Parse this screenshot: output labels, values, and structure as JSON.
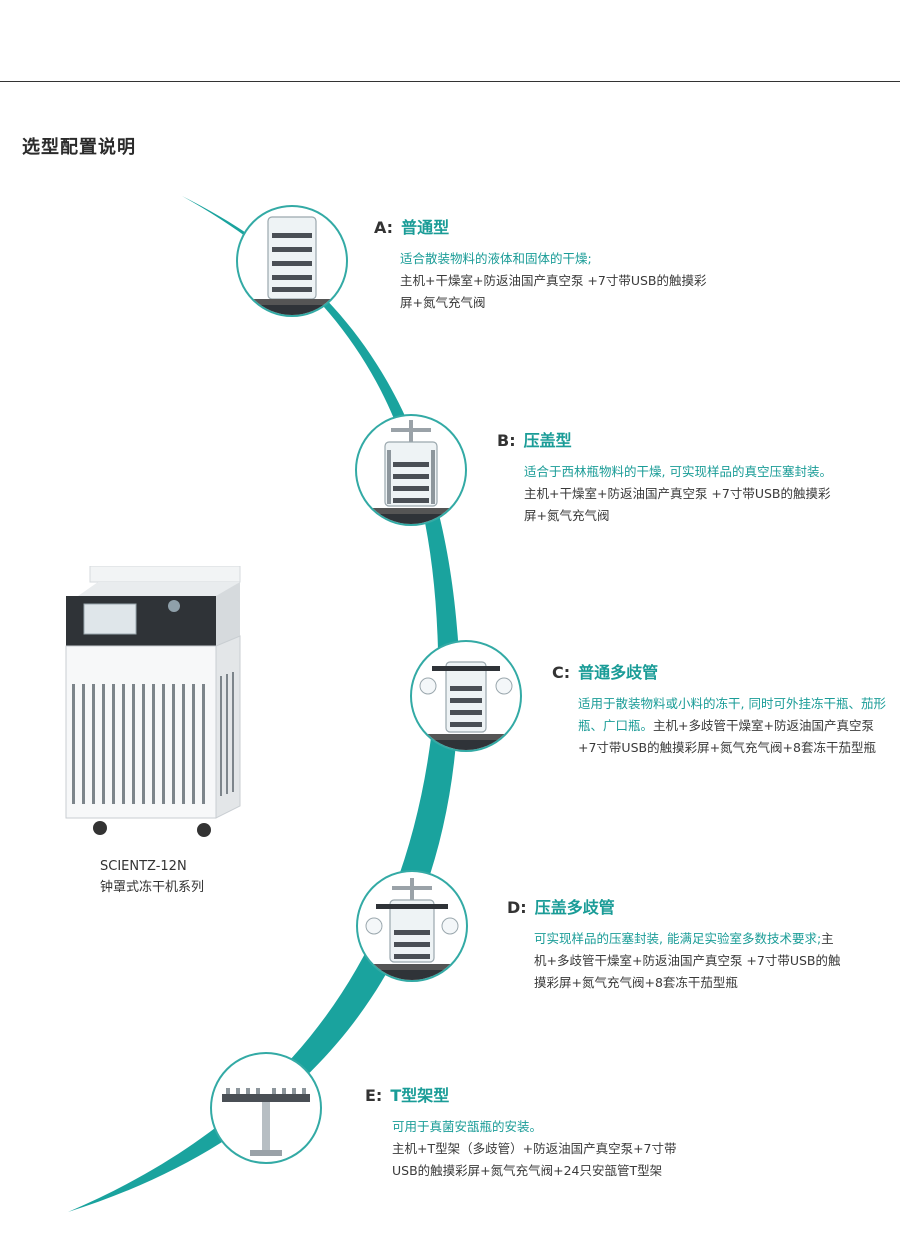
{
  "section_title": "选型配置说明",
  "options": [
    {
      "letter": "A:",
      "name": "普通型",
      "desc_highlight": "适合散装物料的液体和固体的干燥;",
      "desc_rest": "主机+干燥室+防返油国产真空泵 +7寸带USB的触摸彩屏+氮气充气阀",
      "thumb_icon": "standard-drying-chamber-icon"
    },
    {
      "letter": "B:",
      "name": "压盖型",
      "desc_highlight": "适合于西林瓶物料的干燥, 可实现样品的真空压塞封装。",
      "desc_rest": "主机+干燥室+防返油国产真空泵 +7寸带USB的触摸彩屏+氮气充气阀",
      "thumb_icon": "stoppering-chamber-icon"
    },
    {
      "letter": "C:",
      "name": "普通多歧管",
      "desc_highlight": "适用于散装物料或小料的冻干, 同时可外挂冻干瓶、茄形瓶、广口瓶。",
      "desc_rest": "主机+多歧管干燥室+防返油国产真空泵 +7寸带USB的触摸彩屏+氮气充气阀+8套冻干茄型瓶",
      "thumb_icon": "manifold-chamber-icon"
    },
    {
      "letter": "D:",
      "name": "压盖多歧管",
      "desc_highlight": "可实现样品的压塞封装, 能满足实验室多数技术要求;",
      "desc_rest": "主机+多歧管干燥室+防返油国产真空泵 +7寸带USB的触摸彩屏+氮气充气阀+8套冻干茄型瓶",
      "thumb_icon": "stoppering-manifold-chamber-icon"
    },
    {
      "letter": "E:",
      "name": "T型架型",
      "desc_highlight": "可用于真菌安瓿瓶的安装。",
      "desc_rest": "主机+T型架（多歧管）+防返油国产真空泵+7寸带USB的触摸彩屏+氮气充气阀+24只安瓿管T型架",
      "thumb_icon": "t-rack-icon"
    }
  ],
  "product": {
    "model": "SCIENTZ-12N",
    "series": "钟罩式冻干机系列"
  },
  "colors": {
    "accent": "#1a9c97",
    "arc": "#1aa39e",
    "text": "#333333"
  }
}
